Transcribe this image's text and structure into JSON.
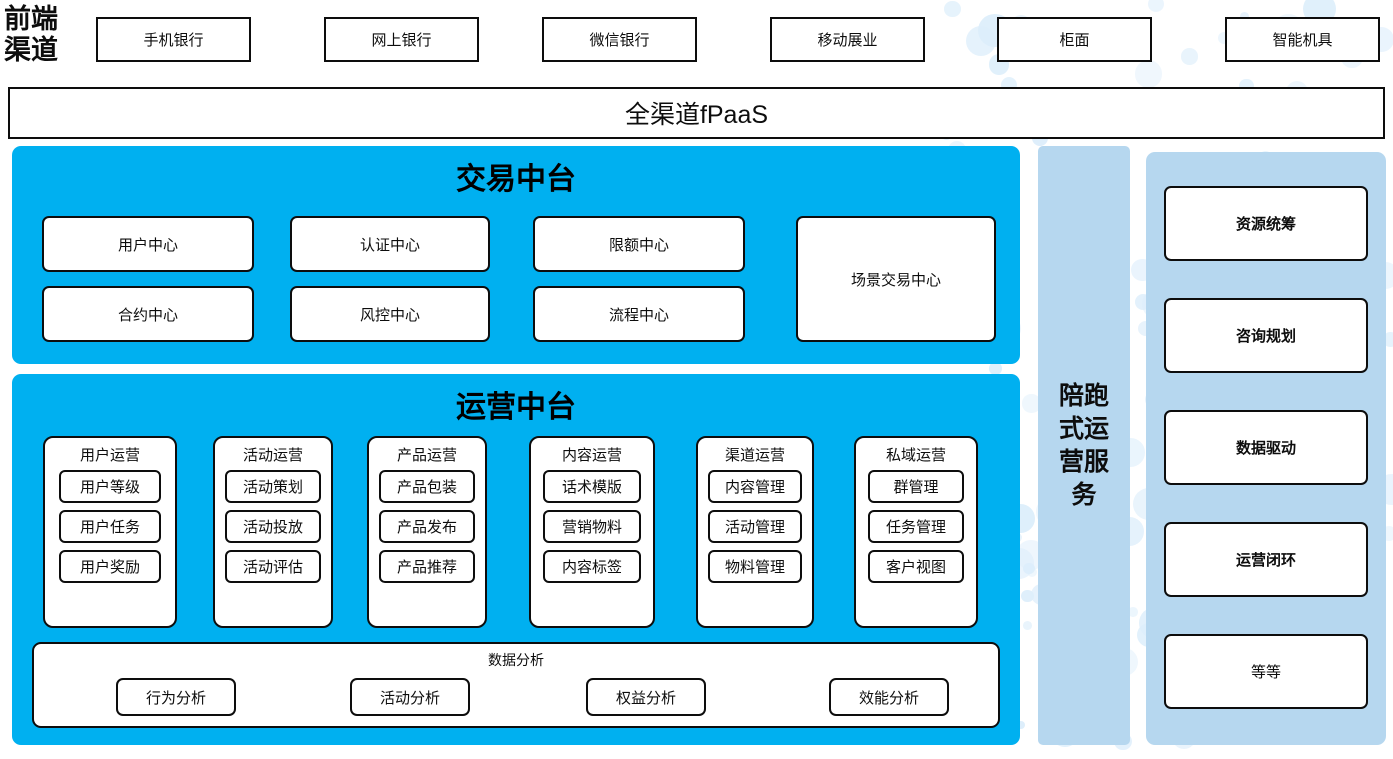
{
  "front_channel": {
    "label": "前端\n渠道",
    "label_line1": "前端",
    "label_line2": "渠道",
    "items": [
      {
        "label": "手机银行"
      },
      {
        "label": "网上银行"
      },
      {
        "label": "微信银行"
      },
      {
        "label": "移动展业"
      },
      {
        "label": "柜面"
      },
      {
        "label": "智能机具"
      }
    ]
  },
  "fpaas": {
    "label": "全渠道fPaaS"
  },
  "trade_center": {
    "title": "交易中台",
    "boxes": [
      {
        "label": "用户中心"
      },
      {
        "label": "认证中心"
      },
      {
        "label": "限额中心"
      },
      {
        "label": "合约中心"
      },
      {
        "label": "风控中心"
      },
      {
        "label": "流程中心"
      },
      {
        "label": "场景交易中心"
      }
    ]
  },
  "ops_center": {
    "title": "运营中台",
    "columns": [
      {
        "title": "用户运营",
        "items": [
          "用户等级",
          "用户任务",
          "用户奖励"
        ]
      },
      {
        "title": "活动运营",
        "items": [
          "活动策划",
          "活动投放",
          "活动评估"
        ]
      },
      {
        "title": "产品运营",
        "items": [
          "产品包装",
          "产品发布",
          "产品推荐"
        ]
      },
      {
        "title": "内容运营",
        "items": [
          "话术模版",
          "营销物料",
          "内容标签"
        ]
      },
      {
        "title": "渠道运营",
        "items": [
          "内容管理",
          "活动管理",
          "物料管理"
        ]
      },
      {
        "title": "私域运营",
        "items": [
          "群管理",
          "任务管理",
          "客户视图"
        ]
      }
    ],
    "data_analysis": {
      "title": "数据分析",
      "items": [
        "行为分析",
        "活动分析",
        "权益分析",
        "效能分析"
      ]
    }
  },
  "accompaniment": {
    "label": "陪跑式运营服务"
  },
  "service_panel": {
    "items": [
      {
        "label": "资源统筹",
        "bold": true
      },
      {
        "label": "咨询规划",
        "bold": true
      },
      {
        "label": "数据驱动",
        "bold": true
      },
      {
        "label": "运营闭环",
        "bold": true
      },
      {
        "label": "等等",
        "bold": false
      }
    ]
  },
  "colors": {
    "panel_cyan": "#00B0F0",
    "panel_light_blue": "#b6d7ef",
    "dot_blue": "#ddeefb",
    "outline": "#0d0d0d",
    "box_fill": "#ffffff"
  }
}
